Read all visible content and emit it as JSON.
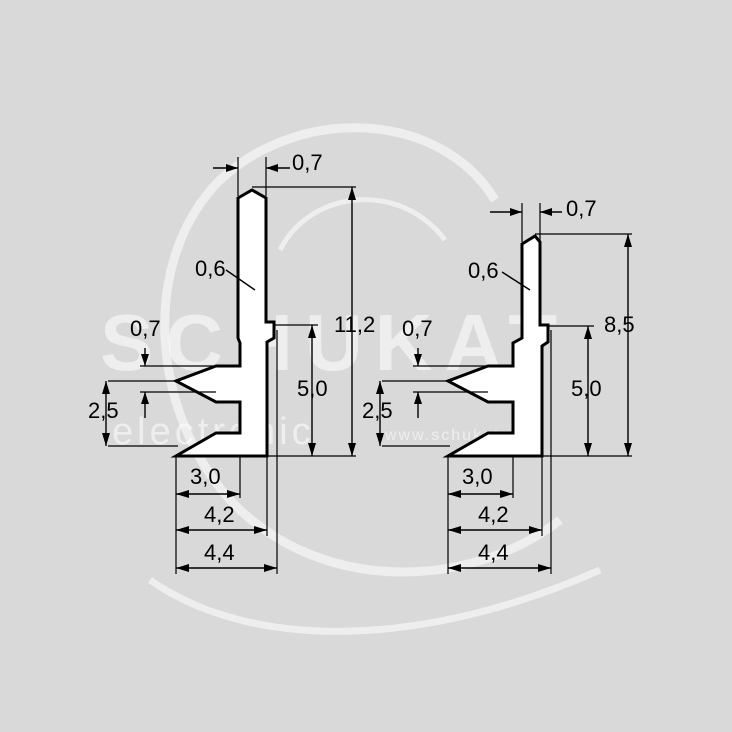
{
  "colors": {
    "background": "#d9d9d9",
    "line": "#000000",
    "part_fill": "#ffffff",
    "watermark": "#ffffff"
  },
  "watermark": {
    "brand": "SCHUKAT",
    "sub": "electronic",
    "url": "www.schukat.com"
  },
  "left_part": {
    "dims": {
      "tip_width": "0,7",
      "pin_width": "0,6",
      "total_height": "11,2",
      "upper_height": "5,0",
      "foot_gap": "0,7",
      "foot_spacing": "2,5",
      "width_a": "3,0",
      "width_b": "4,2",
      "width_c": "4,4"
    }
  },
  "right_part": {
    "dims": {
      "tip_width": "0,7",
      "pin_width": "0,6",
      "total_height": "8,5",
      "upper_height": "5,0",
      "foot_gap": "0,7",
      "foot_spacing": "2,5",
      "width_a": "3,0",
      "width_b": "4,2",
      "width_c": "4,4"
    }
  }
}
